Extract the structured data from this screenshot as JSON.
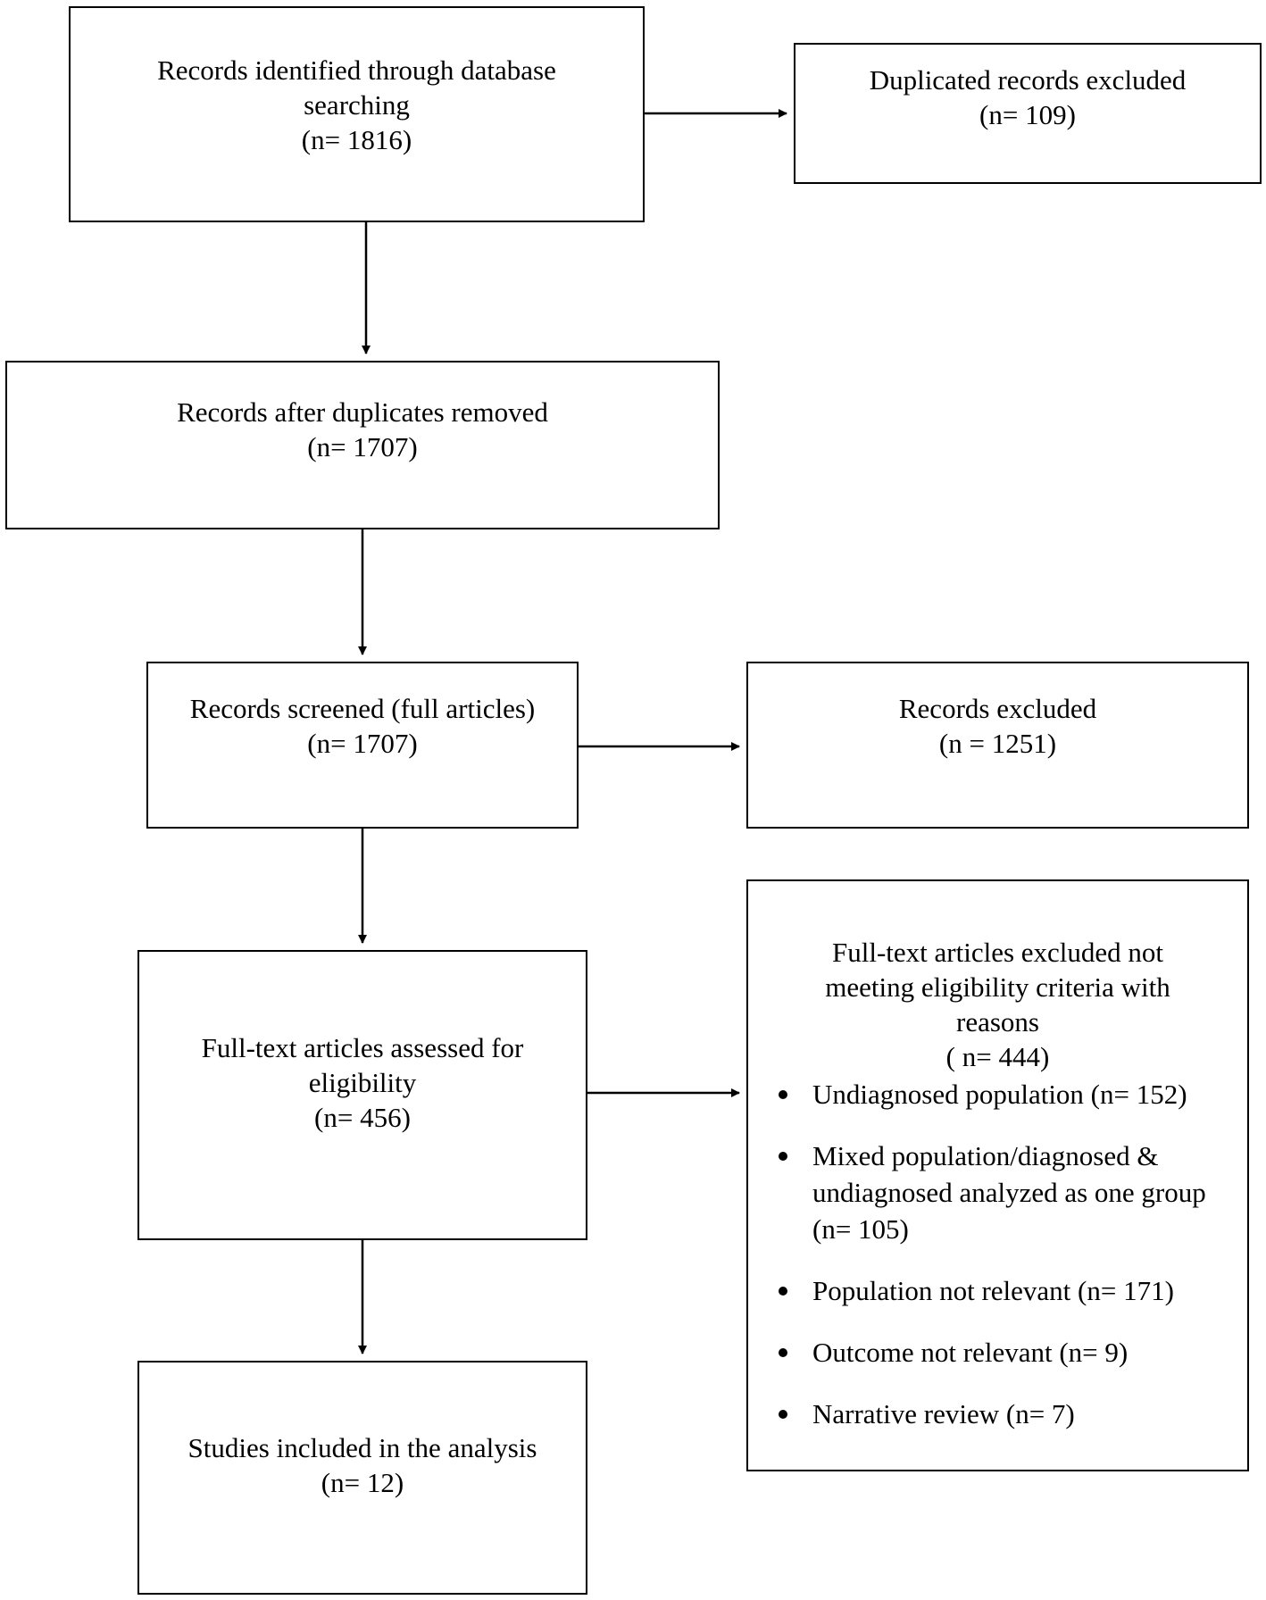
{
  "boxes": {
    "identified": {
      "lines": [
        "Records identified through database",
        "searching",
        "(n= 1816)"
      ]
    },
    "duplicates": {
      "lines": [
        "Duplicated records excluded",
        "(n= 109)"
      ]
    },
    "after_duplicates": {
      "lines": [
        "Records after duplicates removed",
        "(n= 1707)"
      ]
    },
    "screened": {
      "lines": [
        "Records screened (full articles)",
        "(n= 1707)"
      ]
    },
    "records_excluded": {
      "lines": [
        "Records excluded",
        "(n = 1251)"
      ]
    },
    "fulltext_assessed": {
      "lines": [
        "Full-text articles assessed for",
        "eligibility",
        "(n= 456)"
      ]
    },
    "included": {
      "lines": [
        "Studies included in the analysis",
        "(n= 12)"
      ]
    },
    "fulltext_excluded": {
      "lines": [
        "Full-text articles excluded not",
        "meeting eligibility criteria with",
        "reasons",
        "( n= 444)"
      ],
      "reasons": [
        "Undiagnosed population (n= 152)",
        "Mixed population/diagnosed & undiagnosed analyzed as one group (n= 105)",
        "Population not relevant (n= 171)",
        "Outcome not relevant (n= 9)",
        "Narrative review (n= 7)"
      ]
    }
  }
}
